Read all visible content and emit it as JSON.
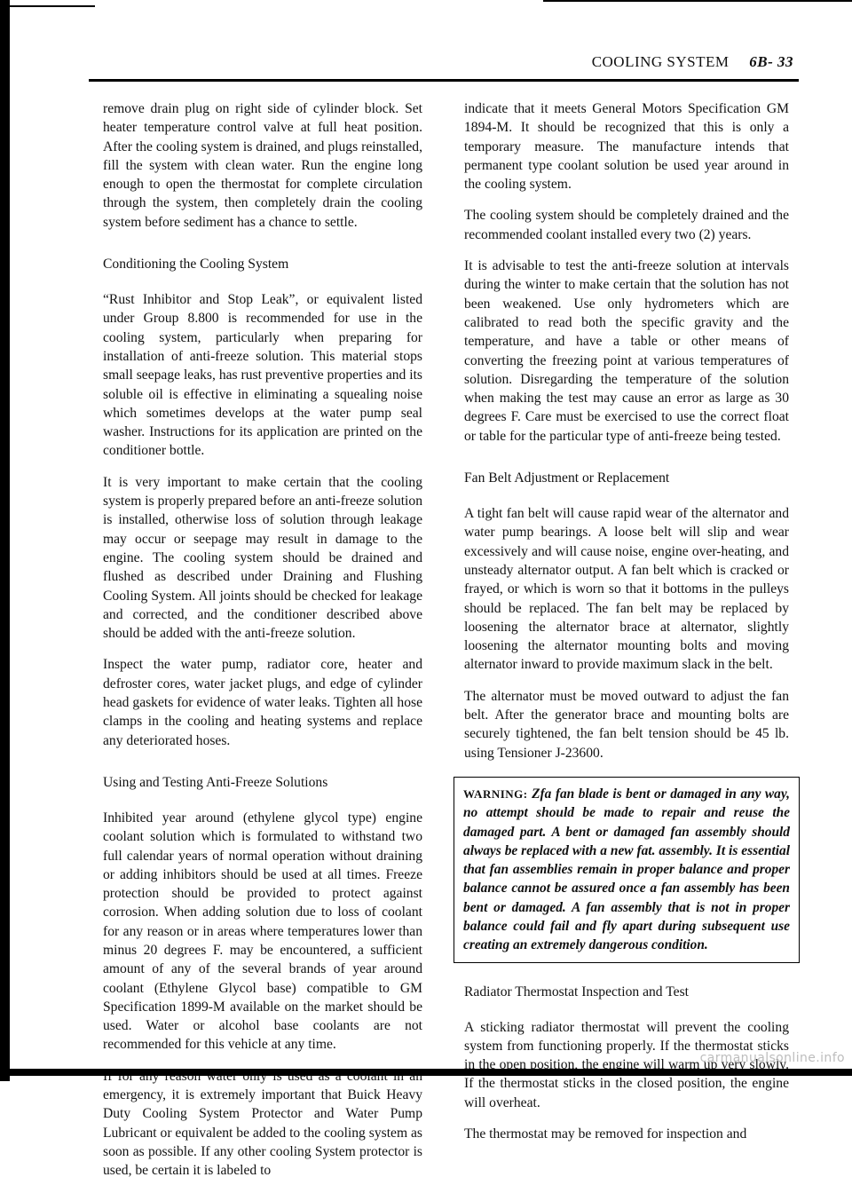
{
  "header": {
    "title": "COOLING SYSTEM",
    "section": "6B- 33"
  },
  "left_column": {
    "p1": "remove drain plug on right side of cylinder block. Set heater temperature control valve at full heat position. After the cooling system is drained, and plugs reinstalled, fill the system with clean water. Run the engine long enough to open the thermostat for complete circulation through the system, then completely drain the cooling system before sediment has a chance to settle.",
    "h1": "Conditioning the Cooling System",
    "p2": "“Rust Inhibitor and Stop Leak”, or equivalent listed under Group 8.800 is recommended for use in the cooling system, particularly when preparing for installation of anti-freeze solution. This material stops small seepage leaks, has rust preventive properties and its soluble oil is effective in eliminating a squealing noise which sometimes develops at the water pump seal washer. Instructions for its application are printed on the conditioner bottle.",
    "p3": "It is very important to make certain that the cooling system is properly prepared before an anti-freeze solution is installed, otherwise loss of solution through leakage may occur or seepage may result in damage to the engine. The cooling system should be drained and flushed as described under Draining and Flushing Cooling System. All joints should be checked for leakage and corrected, and the conditioner described above should be added with the anti-freeze solution.",
    "p4": "Inspect the water pump, radiator core, heater and defroster cores, water jacket plugs, and edge of cylinder head gaskets for evidence of water leaks. Tighten all hose clamps in the cooling and heating systems and replace any deteriorated hoses.",
    "h2": "Using and Testing Anti-Freeze Solutions",
    "p5": "Inhibited year around (ethylene glycol type) engine coolant solution which is formulated to withstand two full calendar years of normal operation without draining or adding inhibitors should be used at all times. Freeze protection should be provided to protect against corrosion. When adding solution due to loss of coolant for any reason or in areas where temperatures lower than minus 20 degrees F. may be encountered, a sufficient amount of any of the several brands of year around coolant (Ethylene Glycol base) compatible to GM Specification 1899-M available on the market should be used. Water or alcohol base coolants are not recommended for this vehicle at any time.",
    "p6": "If for any reason water only is used as a coolant in an emergency, it is extremely important that Buick Heavy Duty Cooling System Protector and Water Pump Lubricant or equivalent be added to the cooling system as soon as possible. If any other cooling System protector is used, be certain it is labeled to"
  },
  "right_column": {
    "p1": "indicate that it meets General Motors Specification GM 1894-M. It should be recognized that this is only a temporary measure. The manufacture intends that permanent type coolant solution be used year around in the cooling system.",
    "p2": "The cooling system should be completely drained and the recommended coolant installed every two (2) years.",
    "p3": "It is advisable to test the anti-freeze solution at intervals during the winter to make certain that the solution has not been weakened. Use only hydrometers which are calibrated to read both the specific gravity and the temperature, and have a table or other means of converting the freezing point at various temperatures of solution. Disregarding the temperature of the solution when making the test may cause an error as large as 30 degrees F. Care must be exercised to use the correct float or table for the particular type of anti-freeze being tested.",
    "h1": "Fan Belt Adjustment or Replacement",
    "p4": "A tight fan belt will cause rapid wear of the alternator and water pump bearings. A loose belt will slip and wear excessively and will cause noise, engine over-heating, and unsteady alternator output. A fan belt which is cracked or frayed, or which is worn so that it bottoms in the pulleys should be replaced. The fan belt may be replaced by loosening the alternator brace at alternator, slightly loosening the alternator mounting bolts and moving alternator inward to provide maximum slack in the belt.",
    "p5": "The alternator must be moved outward to adjust the fan belt. After the generator brace and mounting bolts are securely tightened, the fan belt tension should be 45 lb. using Tensioner J-23600.",
    "warning_label": "WARNING:",
    "warning_text": "Zfa fan blade is bent or damaged in any way, no attempt should be made to repair and reuse the damaged part. A bent or damaged fan assembly should always be replaced with a new fat. assembly. It is essential that fan assemblies remain in proper balance and proper balance cannot be assured once a fan assembly has been bent or damaged. A fan assembly that is not in proper balance could fail and fly apart during subsequent use creating an extremely dangerous condition.",
    "h2": "Radiator Thermostat Inspection and Test",
    "p6": "A sticking radiator thermostat will prevent the cooling system from functioning properly. If the thermostat sticks in the open position, the engine will warm up very slowly. If the thermostat sticks in the closed position, the engine will overheat.",
    "p7": "The thermostat may be removed for inspection and"
  },
  "watermark": "carmanualsonline.info"
}
